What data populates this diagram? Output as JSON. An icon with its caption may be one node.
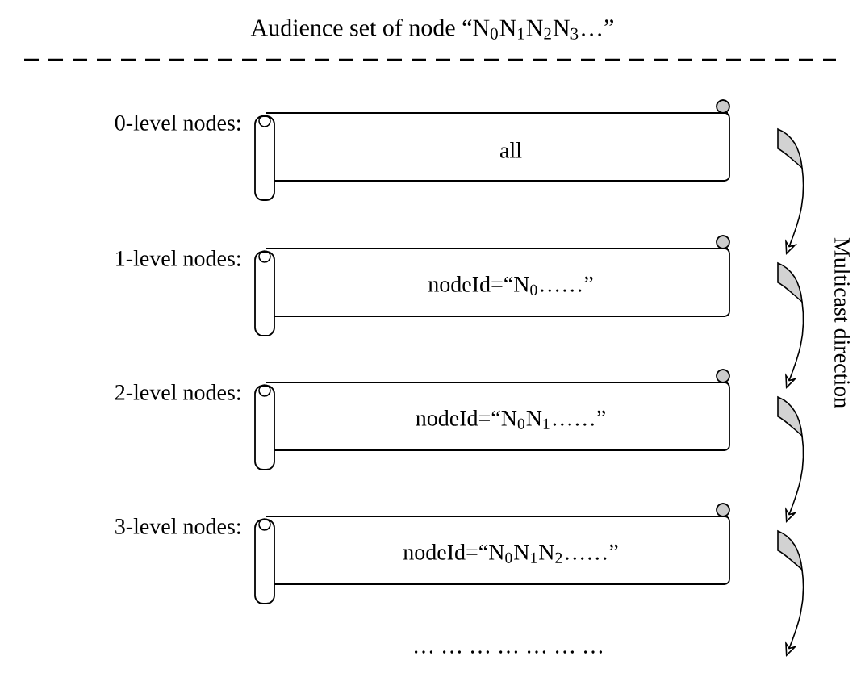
{
  "diagram": {
    "title": "Audience set of node “N$_{0}$N$_{1}$N$_{2}$N$_{3}$…”",
    "nodes": [
      {
        "text": [
          "all"
        ],
        "beside": [
          "0-level nodes:"
        ]
      },
      {
        "text": [
          "nodeId=“N$_{0}$……”"
        ],
        "beside": [
          "1-level nodes:"
        ]
      },
      {
        "text": [
          "nodeId=“N$_{0}$N$_{1}$……”"
        ],
        "beside": [
          "2-level nodes:"
        ]
      },
      {
        "text": [
          "nodeId=“N$_{0}$N$_{1}$N$_{2}$……”"
        ],
        "beside": [
          "3-level nodes:"
        ]
      }
    ],
    "labels": [
      "Multicast direction",
      "… … … … … … …"
    ]
  }
}
